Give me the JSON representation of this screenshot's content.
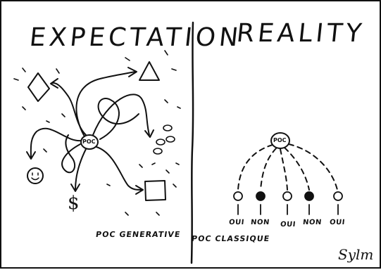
{
  "left_panel": {
    "title": "EXPECTATION",
    "caption": "POC GENERATIVE",
    "hub_label": "POC",
    "dollar_symbol": "$"
  },
  "right_panel": {
    "title": "REALITY",
    "caption": "POC CLASSIQUE",
    "hub_label": "POC",
    "answers": [
      "OUI",
      "NON",
      "OUI",
      "NON",
      "OUI"
    ]
  },
  "signature": "Sylm"
}
